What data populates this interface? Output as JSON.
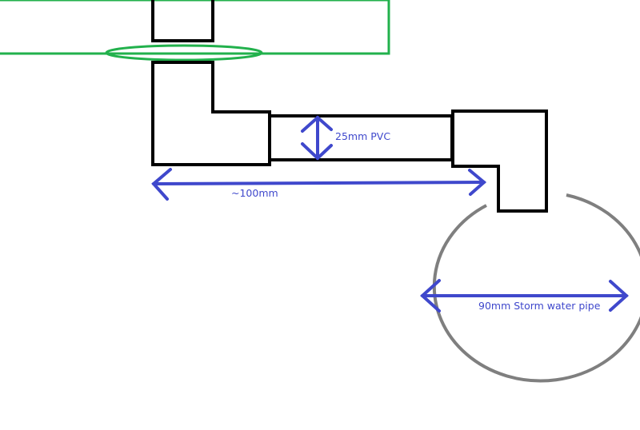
{
  "labels": {
    "pvc": "25mm PVC",
    "length": "~100mm",
    "storm_pipe": "90mm Storm water pipe"
  },
  "colors": {
    "annotation": "#3f48cc",
    "board": "#22b14c",
    "pipe_outline": "#000000",
    "storm_pipe_outline": "#7f7f7f"
  }
}
